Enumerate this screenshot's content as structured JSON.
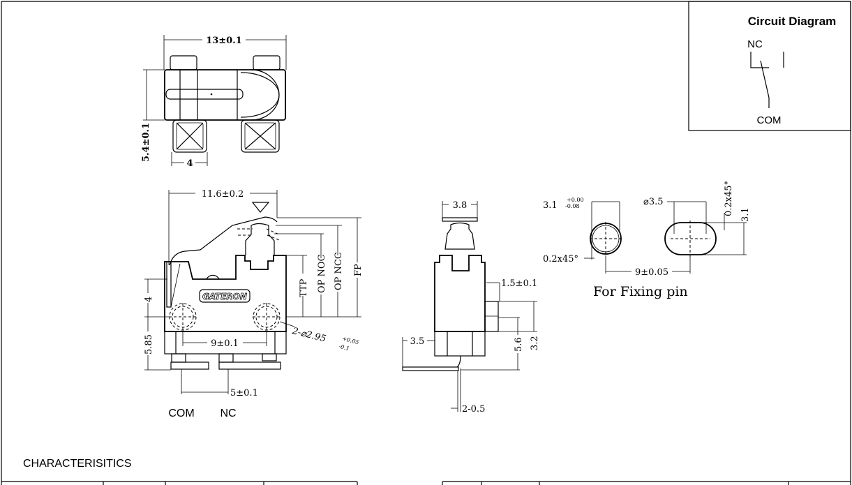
{
  "top_view": {
    "width_dim": "13±0.1",
    "height_dim": "5.4±0.1",
    "pad_dim": "4"
  },
  "side_view": {
    "length_dim": "11.6±0.2",
    "brand": "GATERON",
    "ttp": "TTP",
    "op_noc": "OP NOC",
    "op_ncc": "OP NCC",
    "fp": "FP",
    "dim_4": "4",
    "dim_585": "5.85",
    "hole_spacing": "9±0.1",
    "hole_dia": "2-⌀2.95",
    "hole_tol_plus": "+0.05",
    "hole_tol_minus": "-0.1",
    "pin_spacing": "5±0.1",
    "pin_com": "COM",
    "pin_nc": "NC"
  },
  "front_view": {
    "width_dim": "3.8",
    "dim_15": "1.5±0.1",
    "dim_32": "3.2",
    "dim_56": "5.6",
    "dim_35": "3.5",
    "dim_lead": "2-0.5"
  },
  "fixing_pin": {
    "dia_a": "3.1",
    "tol_plus": "+0.00",
    "tol_minus": "-0.08",
    "chamfer": "0.2x45°",
    "dia_b": "⌀3.5",
    "chamfer_b": "0.2x45°",
    "dia_b_flat": "3.1",
    "spacing": "9±0.05",
    "caption": "For Fixing pin"
  },
  "circuit": {
    "title": "Circuit Diagram",
    "nc": "NC",
    "com": "COM"
  },
  "characteristics": {
    "title": "CHARACTERISITICS"
  }
}
